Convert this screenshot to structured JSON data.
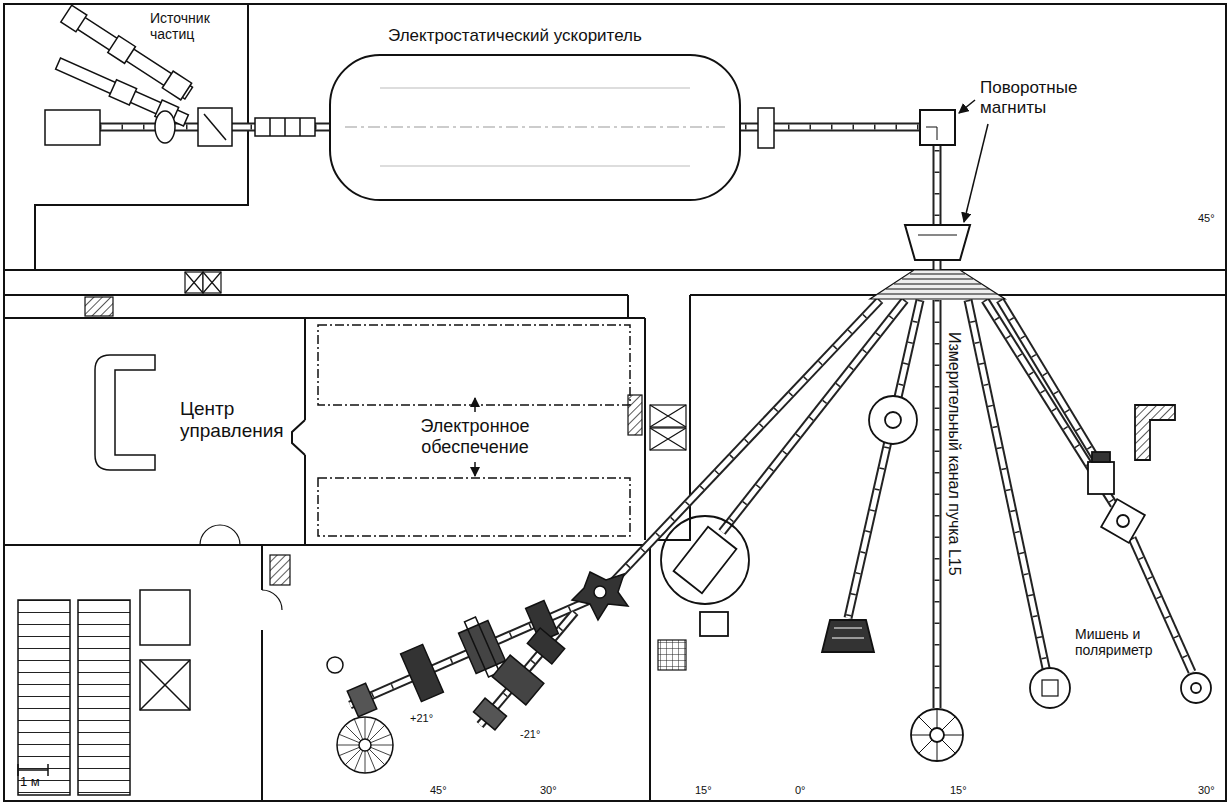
{
  "diagram": {
    "labels": [
      "Источник частиц",
      "Электростатический ускоритель",
      "Поворотные магниты",
      "Центр управления",
      "Электронное обеспечение",
      "Измерительный канал пучка L15",
      "Мишень и поляриметр",
      "1 м",
      "+21°",
      "-21°",
      "45°",
      "30°",
      "15°",
      "0°",
      "15°",
      "30°",
      "45°"
    ]
  }
}
